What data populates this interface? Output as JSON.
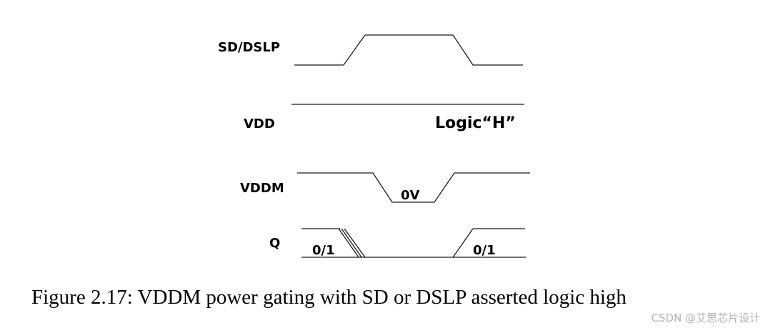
{
  "signals": [
    {
      "id": "sd-dslp",
      "label": "SD/DSLP"
    },
    {
      "id": "vdd",
      "label": "VDD"
    },
    {
      "id": "vddm",
      "label": "VDDM"
    },
    {
      "id": "q",
      "label": "Q"
    }
  ],
  "annotations": {
    "vdd_state": "Logic“H”",
    "vddm_state": "0V",
    "q_state_before": "0/1",
    "q_state_after": "0/1"
  },
  "caption": "Figure 2.17: VDDM power gating with SD or DSLP asserted logic high",
  "watermark": "CSDN @艾思芯片设计"
}
